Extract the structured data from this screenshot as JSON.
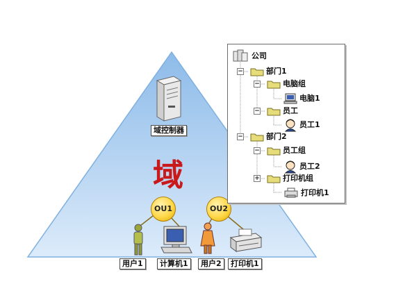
{
  "diagram": {
    "domain_label": "域",
    "domain_controller_label": "域控制器",
    "ou_nodes": [
      {
        "label": "OU1"
      },
      {
        "label": "OU2"
      }
    ],
    "leaf_nodes": [
      {
        "label": "用户1"
      },
      {
        "label": "计算机1"
      },
      {
        "label": "用户2"
      },
      {
        "label": "打印机1"
      }
    ],
    "colors": {
      "triangle": "#bcd7f2",
      "triangle_edge": "#7eb0e0",
      "domain_text": "#c9191b",
      "ou_fill": "#ffd84a"
    }
  },
  "tree": {
    "root": "公司",
    "items": [
      {
        "label": "部门1",
        "expander": "−",
        "icon": "folder-icon"
      },
      {
        "label": "电脑组",
        "expander": "−",
        "icon": "folder-icon"
      },
      {
        "label": "电脑1",
        "expander": "",
        "icon": "computer-icon"
      },
      {
        "label": "员工",
        "expander": "−",
        "icon": "folder-icon"
      },
      {
        "label": "员工1",
        "expander": "",
        "icon": "user-icon"
      },
      {
        "label": "部门2",
        "expander": "−",
        "icon": "folder-icon"
      },
      {
        "label": "员工组",
        "expander": "−",
        "icon": "folder-icon"
      },
      {
        "label": "员工2",
        "expander": "",
        "icon": "user-icon"
      },
      {
        "label": "打印机组",
        "expander": "+",
        "icon": "folder-icon"
      },
      {
        "label": "打印机1",
        "expander": "",
        "icon": "printer-icon"
      }
    ]
  }
}
